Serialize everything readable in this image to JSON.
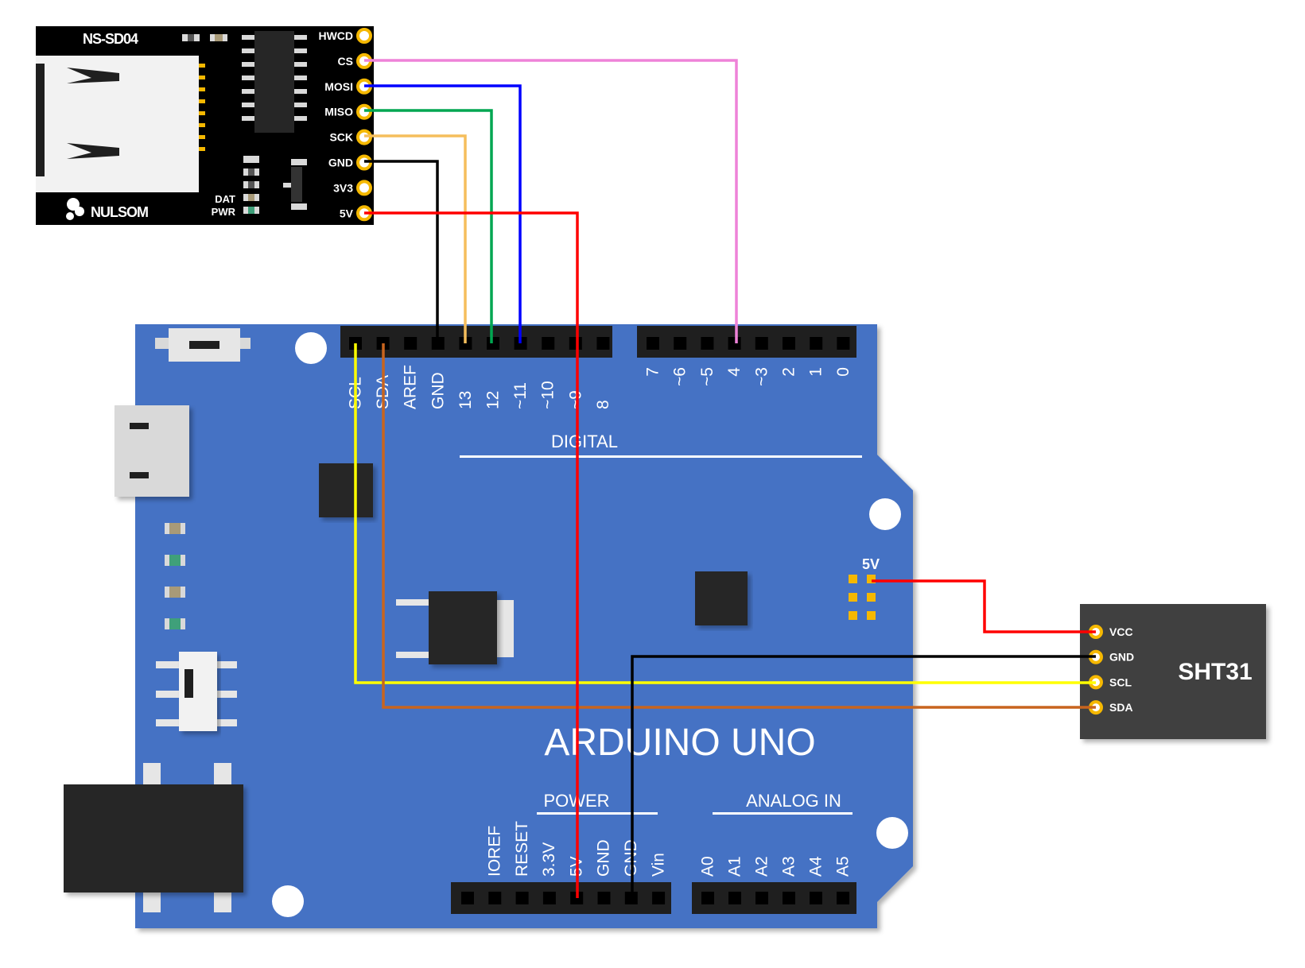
{
  "sd_module": {
    "model": "NS-SD04",
    "brand": "NULSOM",
    "led_labels": [
      "DAT",
      "PWR"
    ],
    "pins": [
      "HWCD",
      "CS",
      "MOSI",
      "MISO",
      "SCK",
      "GND",
      "3V3",
      "5V"
    ]
  },
  "arduino": {
    "title": "ARDUINO UNO",
    "digital_label": "DIGITAL",
    "power_label": "POWER",
    "analog_label": "ANALOG IN",
    "pin_5v_label": "5V",
    "digital_top_left": [
      "SCL",
      "SDA",
      "AREF",
      "GND",
      "13",
      "12",
      "~11",
      "~10",
      "~9",
      "8"
    ],
    "digital_top_right": [
      "7",
      "~6",
      "~5",
      "4",
      "~3",
      "2",
      "1",
      "0"
    ],
    "power_pins": [
      "IOREF",
      "RESET",
      "3.3V",
      "5V",
      "GND",
      "GND",
      "Vin"
    ],
    "analog_pins": [
      "A0",
      "A1",
      "A2",
      "A3",
      "A4",
      "A5"
    ]
  },
  "sensor": {
    "name": "SHT31",
    "pins": [
      "VCC",
      "GND",
      "SCL",
      "SDA"
    ]
  },
  "colors": {
    "board_blue": "#4472c4",
    "header_black": "#1f1f1f",
    "wire_cs": "#ee82d8",
    "wire_mosi": "#0000ff",
    "wire_miso": "#00a651",
    "wire_sck": "#f5be5c",
    "wire_gnd": "#000000",
    "wire_5v": "#ff0000",
    "wire_scl": "#ffff00",
    "wire_sda": "#c8641e",
    "pad_gold": "#f5b800"
  }
}
